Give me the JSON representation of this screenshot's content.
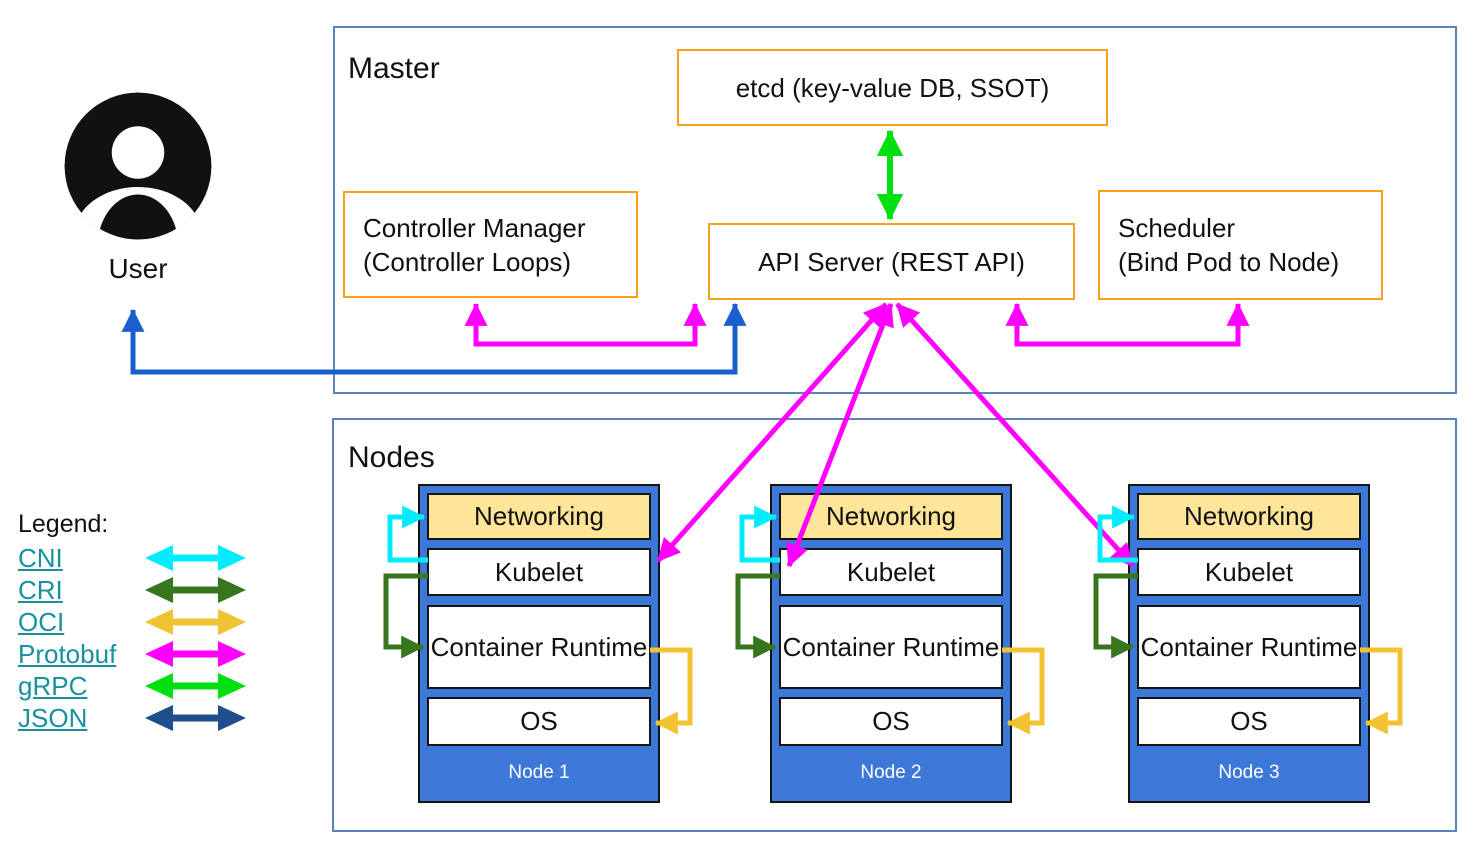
{
  "master": {
    "title": "Master",
    "etcd_label": "etcd (key-value DB, SSOT)",
    "api_server_label": "API Server (REST API)",
    "controller_manager_label": "Controller Manager\n(Controller Loops)",
    "scheduler_label": "Scheduler\n(Bind Pod to Node)"
  },
  "user_label": "User",
  "nodes": {
    "title": "Nodes",
    "layers": {
      "networking": "Networking",
      "kubelet": "Kubelet",
      "container_runtime": "Container Runtime",
      "os": "OS"
    },
    "instances": [
      {
        "label": "Node 1"
      },
      {
        "label": "Node 2"
      },
      {
        "label": "Node 3"
      }
    ]
  },
  "legend": {
    "title": "Legend:",
    "items": [
      {
        "label": "CNI",
        "color": "#00ecff"
      },
      {
        "label": "CRI",
        "color": "#38761d"
      },
      {
        "label": "OCI",
        "color": "#f1c232"
      },
      {
        "label": "Protobuf",
        "color": "#ff00ff"
      },
      {
        "label": "gRPC",
        "color": "#00e011"
      },
      {
        "label": "JSON",
        "color": "#1f4e8c"
      }
    ]
  },
  "colors": {
    "section_border": "#5b84be",
    "component_border": "#f6a21c",
    "node_fill": "#3c78d8",
    "networking_fill": "#ffe599",
    "user_arrow_blue": "#1a5fcd",
    "grpc_green": "#00e011",
    "protobuf_magenta": "#ff00ff",
    "legend_link": "#18919e"
  }
}
